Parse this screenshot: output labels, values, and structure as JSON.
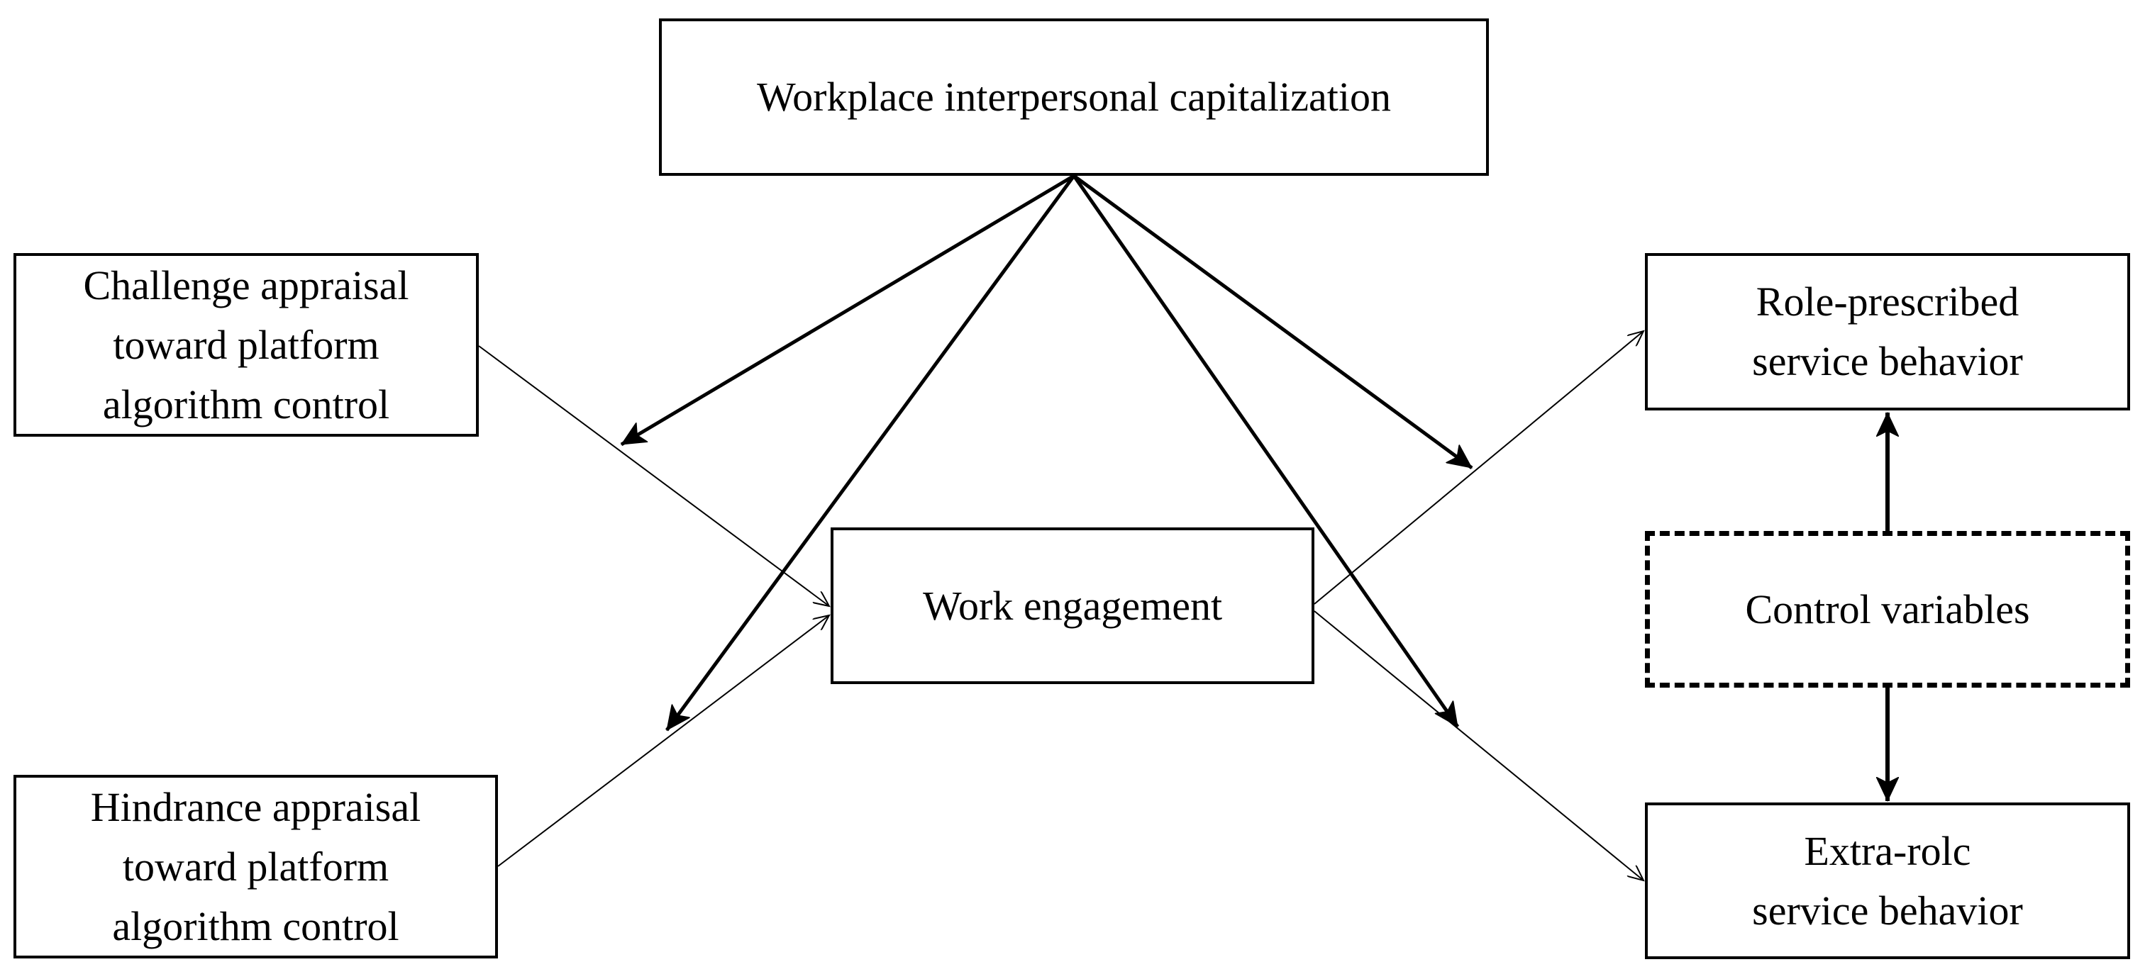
{
  "diagram": {
    "nodes": {
      "workplace_interpersonal_capitalization": "Workplace interpersonal capitalization",
      "challenge_appraisal": "Challenge appraisal\ntoward platform\nalgorithm control",
      "hindrance_appraisal": "Hindrance appraisal\ntoward platform\nalgorithm control",
      "work_engagement": "Work engagement",
      "role_prescribed": "Role-prescribed\nservice behavior",
      "control_variables": "Control variables",
      "extra_role": "Extra-rolc\nservice behavior"
    },
    "edges": [
      {
        "from": "challenge_appraisal",
        "to": "work_engagement",
        "style": "thin"
      },
      {
        "from": "hindrance_appraisal",
        "to": "work_engagement",
        "style": "thin"
      },
      {
        "from": "work_engagement",
        "to": "role_prescribed",
        "style": "thin"
      },
      {
        "from": "work_engagement",
        "to": "extra_role",
        "style": "thin"
      },
      {
        "from": "workplace_interpersonal_capitalization",
        "to": "challenge_to_engagement_path",
        "style": "bold",
        "type": "moderation"
      },
      {
        "from": "workplace_interpersonal_capitalization",
        "to": "hindrance_to_engagement_path",
        "style": "bold",
        "type": "moderation"
      },
      {
        "from": "workplace_interpersonal_capitalization",
        "to": "engagement_to_role_path",
        "style": "bold",
        "type": "moderation"
      },
      {
        "from": "workplace_interpersonal_capitalization",
        "to": "engagement_to_extra_role_path",
        "style": "bold",
        "type": "moderation"
      },
      {
        "from": "control_variables",
        "to": "role_prescribed",
        "style": "bold"
      },
      {
        "from": "control_variables",
        "to": "extra_role",
        "style": "bold"
      }
    ]
  }
}
